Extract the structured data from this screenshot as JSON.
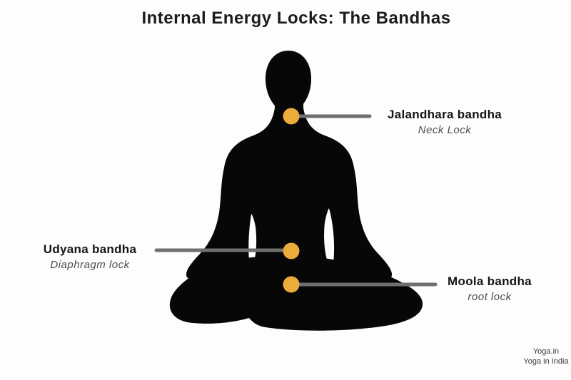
{
  "title": "Internal Energy Locks: The Bandhas",
  "colors": {
    "background": "#FDFDFD",
    "silhouette": "#070707",
    "dot": "#EBAC3C",
    "line": "#6F6F6F"
  },
  "annotations": [
    {
      "id": "jalandhara",
      "label": "Jalandhara bandha",
      "sublabel": "Neck Lock"
    },
    {
      "id": "udyana",
      "label": "Udyana bandha",
      "sublabel": "Diaphragm lock"
    },
    {
      "id": "moola",
      "label": "Moola bandha",
      "sublabel": "root lock"
    }
  ],
  "watermark": {
    "line1": "Yoga.in",
    "line2": "Yoga in India"
  }
}
